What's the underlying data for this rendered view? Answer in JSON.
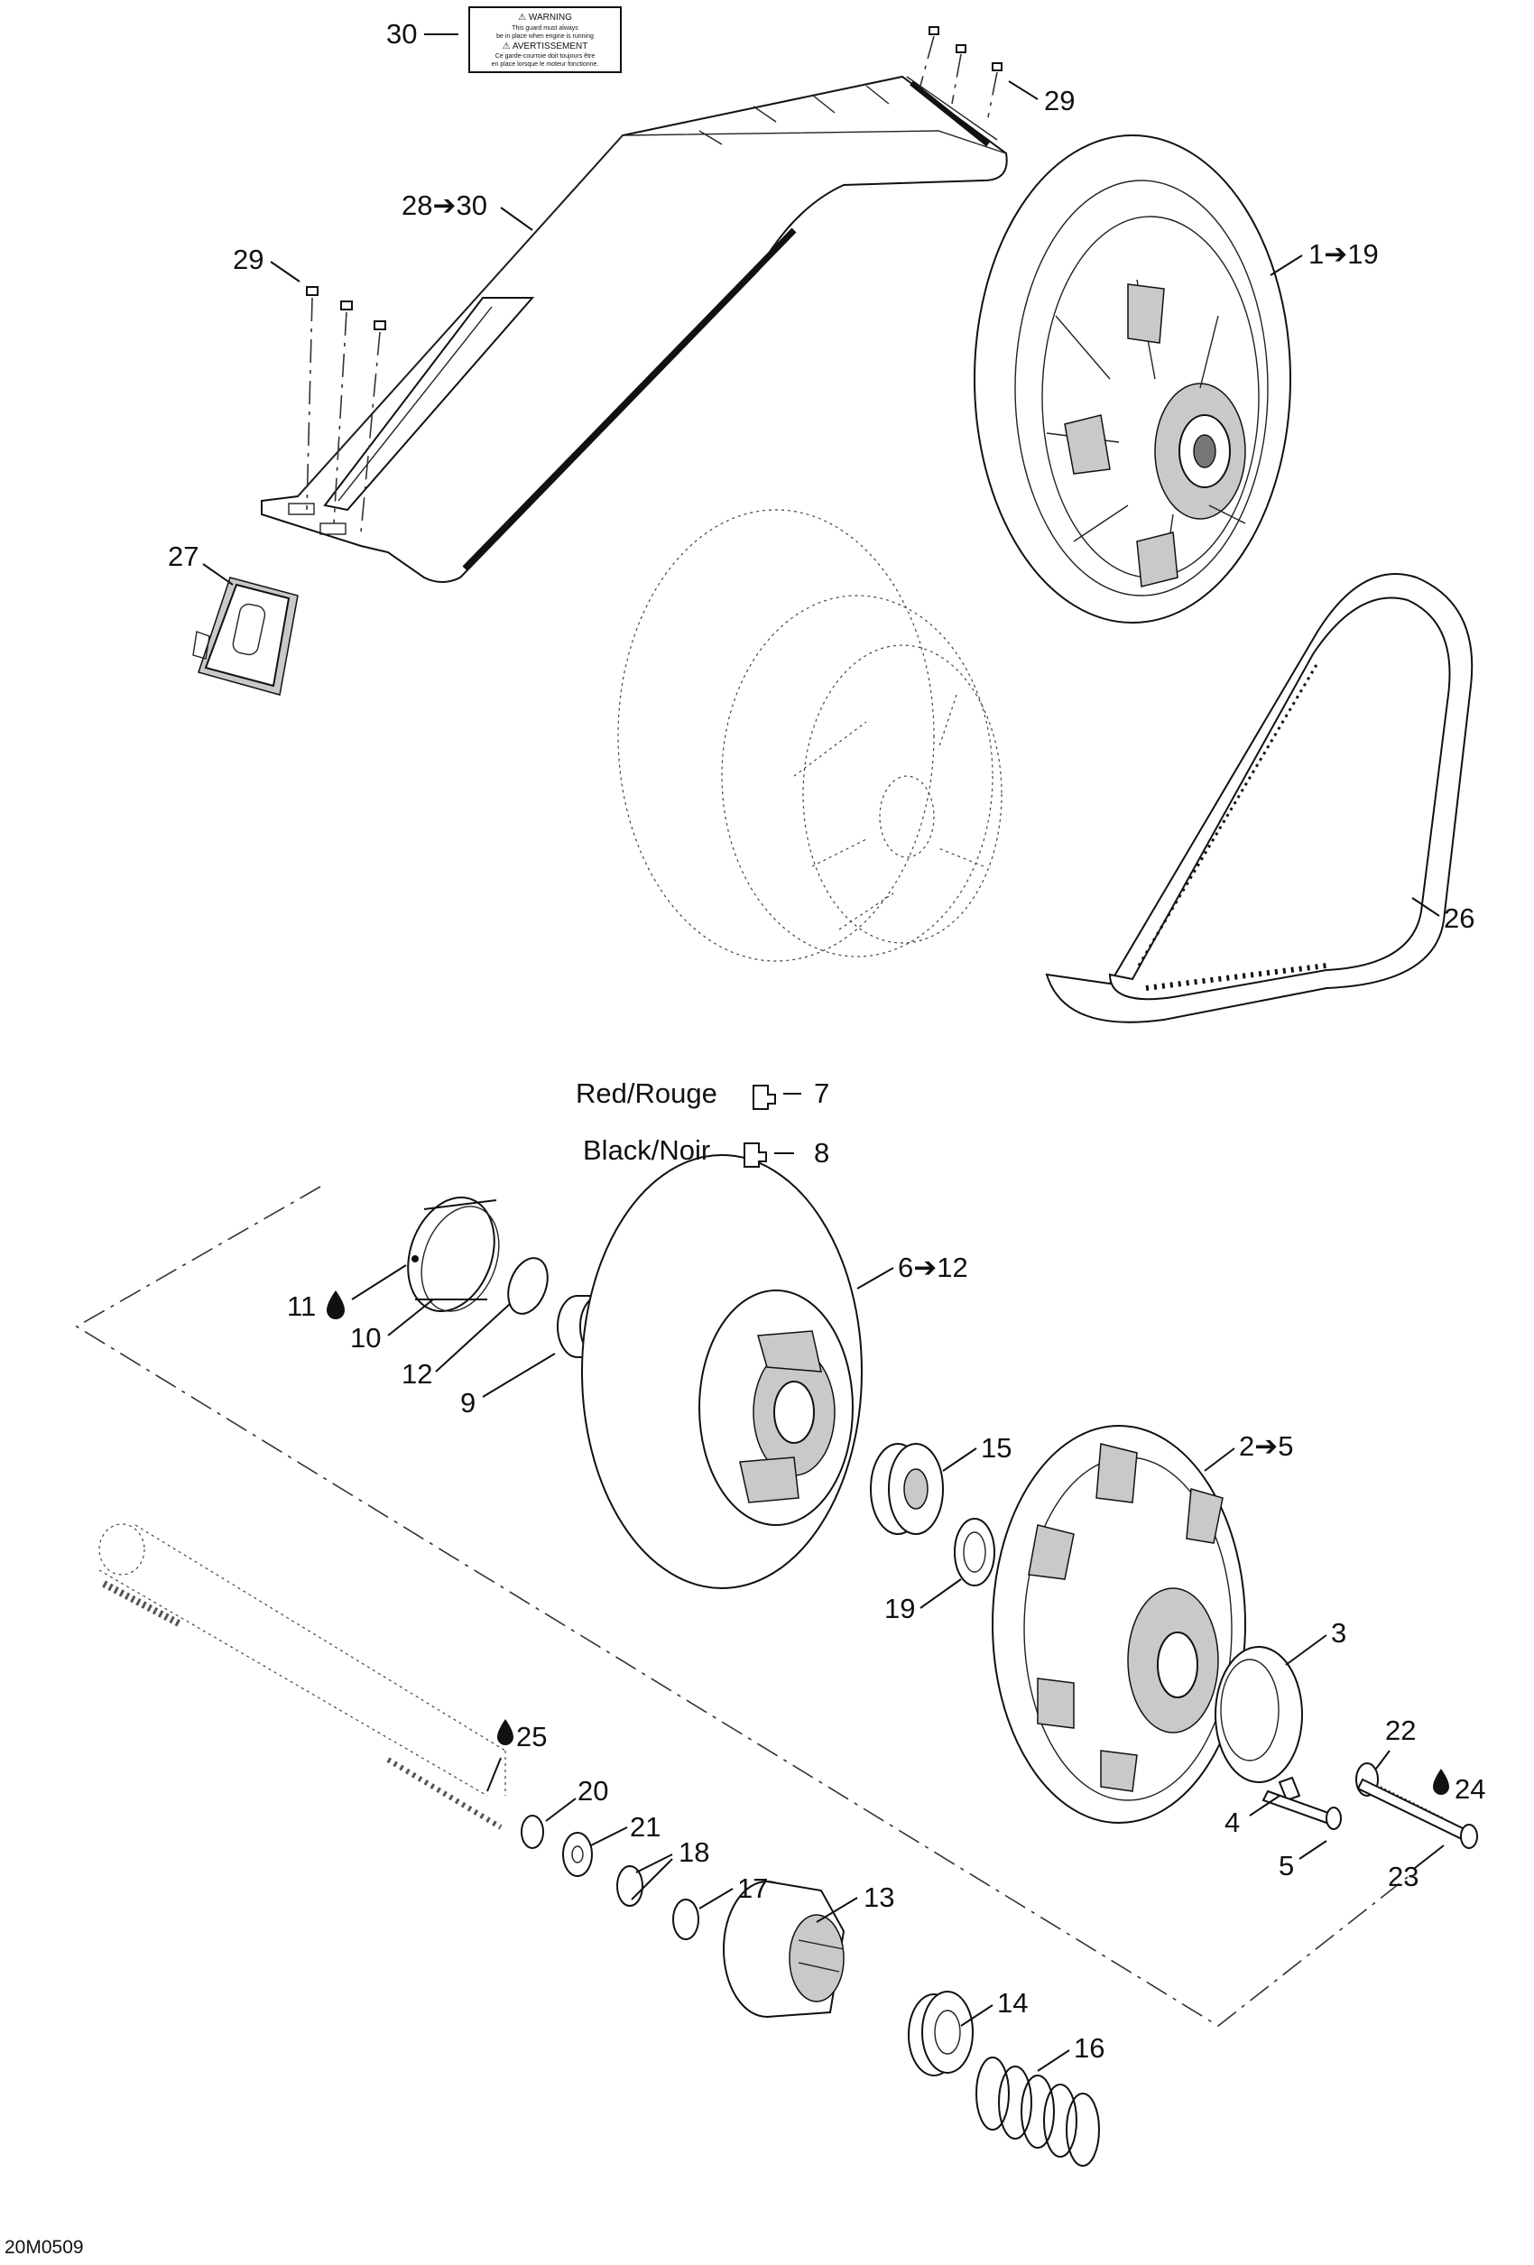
{
  "diagram_code": "20M0509",
  "legend": {
    "red": "Red/Rouge",
    "red_ref": "7",
    "black": "Black/Noir",
    "black_ref": "8"
  },
  "decal": {
    "warning_title": "⚠ WARNING",
    "warning_line1": "This guard must always",
    "warning_line2": "be in place when engine is running",
    "avert_title": "⚠ AVERTISSEMENT",
    "avert_line1": "Ce garde-courroie doit toujours être",
    "avert_line2": "en place lorsque le moteur fonctionne."
  },
  "callouts": {
    "c30": "30",
    "c29a": "29",
    "c28": "28➔30",
    "c29b": "29",
    "c1": "1➔19",
    "c27": "27",
    "c26": "26",
    "c11": "11",
    "c10": "10",
    "c12": "12",
    "c9": "9",
    "c6": "6➔12",
    "c15": "15",
    "c19": "19",
    "c2": "2➔5",
    "c3": "3",
    "c22": "22",
    "c24": "24",
    "c4": "4",
    "c5": "5",
    "c23": "23",
    "c25": "25",
    "c20": "20",
    "c21": "21",
    "c18": "18",
    "c17": "17",
    "c13": "13",
    "c14": "14",
    "c16": "16"
  }
}
